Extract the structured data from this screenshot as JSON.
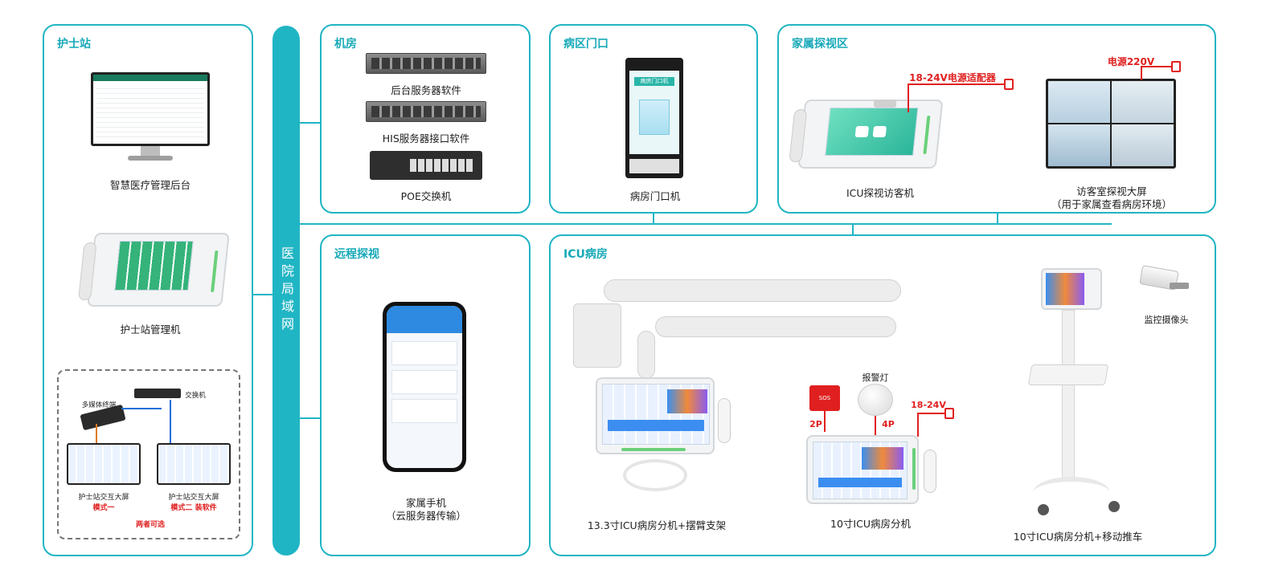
{
  "lan": {
    "label": "医院局域网"
  },
  "nurse_station": {
    "title": "护士站",
    "backend_caption": "智慧医疗管理后台",
    "manager_caption": "护士站管理机",
    "options": {
      "multimedia": "多媒体终端",
      "switch": "交换机",
      "screen1_caption": "护士站交互大屏",
      "screen1_mode": "模式一",
      "screen2_caption": "护士站交互大屏",
      "screen2_mode": "模式二 装软件",
      "choice": "两者可选"
    }
  },
  "machine_room": {
    "title": "机房",
    "server_caption": "后台服务器软件",
    "his_caption": "HIS服务器接口软件",
    "poe_caption": "POE交换机"
  },
  "ward_door": {
    "title": "病区门口",
    "caption": "病房门口机",
    "screen_label": "病房门口机"
  },
  "family_area": {
    "title": "家属探视区",
    "adapter_label": "18-24V电源适配器",
    "power_label": "电源220V",
    "icu_visitor_caption": "ICU探视访客机",
    "big_screen_caption_1": "访客室探视大屏",
    "big_screen_caption_2": "（用于家属查看病房环境）"
  },
  "remote": {
    "title": "远程探视",
    "caption_1": "家属手机",
    "caption_2": "（云服务器传输）"
  },
  "icu_ward": {
    "title": "ICU病房",
    "alarm_label": "报警灯",
    "p2": "2P",
    "p4": "4P",
    "v_label": "18-24V",
    "sos_label": "SOS",
    "camera_label": "监控摄像头",
    "cap_arm": "13.3寸ICU病房分机+摆臂支架",
    "cap_10": "10寸ICU病房分机",
    "cap_cart": "10寸ICU病房分机+移动推车"
  },
  "colors": {
    "accent": "#20b5c4",
    "alert": "#e02020"
  }
}
